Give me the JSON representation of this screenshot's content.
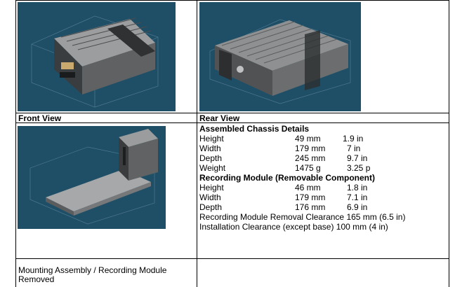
{
  "captions": {
    "front_view": "Front View",
    "rear_view": "Rear View",
    "mounting": "Mounting Assembly / Recording Module Removed"
  },
  "assembled": {
    "title": "Assembled Chassis Details",
    "rows": [
      {
        "label": "Height",
        "metric": "49 mm",
        "imperial": "1.9 in"
      },
      {
        "label": "Width",
        "metric": "179 mm",
        "imperial": "7 in"
      },
      {
        "label": "Depth",
        "metric": "245 mm",
        "imperial": "9.7 in"
      },
      {
        "label": "Weight",
        "metric": "1475 g",
        "imperial": "3.25 p"
      }
    ]
  },
  "module": {
    "title": "Recording Module (Removable Component)",
    "rows": [
      {
        "label": "Height",
        "metric": "46 mm",
        "imperial": "1.8 in"
      },
      {
        "label": "Width",
        "metric": "179 mm",
        "imperial": "7.1 in"
      },
      {
        "label": "Depth",
        "metric": "176 mm",
        "imperial": "6.9 in"
      }
    ]
  },
  "clearances": {
    "removal": "Recording Module Removal Clearance 165 mm (6.5 in)",
    "installation": "Installation Clearance (except base) 100 mm (4 in)"
  },
  "colors": {
    "render_background": "#1f4f67",
    "device": "#8d8f90"
  }
}
